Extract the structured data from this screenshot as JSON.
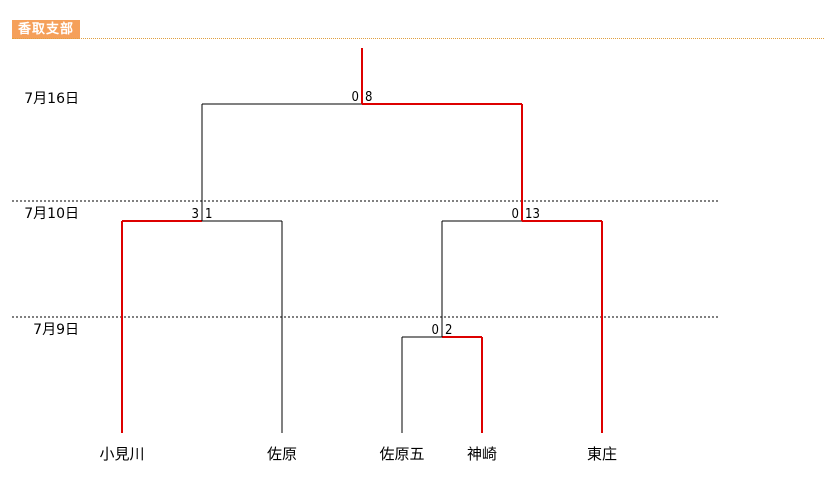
{
  "section_title": "香取支部",
  "colors": {
    "winner": "#dd0000",
    "loser": "#000000",
    "header_bg": "#f5a05a",
    "divider": "#000000"
  },
  "rounds": [
    {
      "id": "final",
      "date": "7月16日"
    },
    {
      "id": "semifinal",
      "date": "7月10日"
    },
    {
      "id": "first",
      "date": "7月9日"
    }
  ],
  "teams": [
    "小見川",
    "佐原",
    "佐原五",
    "神崎",
    "東庄"
  ],
  "matches": [
    {
      "id": "m1",
      "round": "first",
      "left": "佐原五",
      "right": "神崎",
      "score_left": "0",
      "score_right": "2",
      "winner": "right"
    },
    {
      "id": "m2",
      "round": "semifinal",
      "left": "小見川",
      "right": "佐原",
      "score_left": "3",
      "score_right": "1",
      "winner": "left"
    },
    {
      "id": "m3",
      "round": "semifinal",
      "left": "神崎",
      "right": "東庄",
      "score_left": "0",
      "score_right": "13",
      "winner": "right"
    },
    {
      "id": "m4",
      "round": "final",
      "left": "小見川",
      "right": "東庄",
      "score_left": "0",
      "score_right": "8",
      "winner": "right"
    }
  ]
}
